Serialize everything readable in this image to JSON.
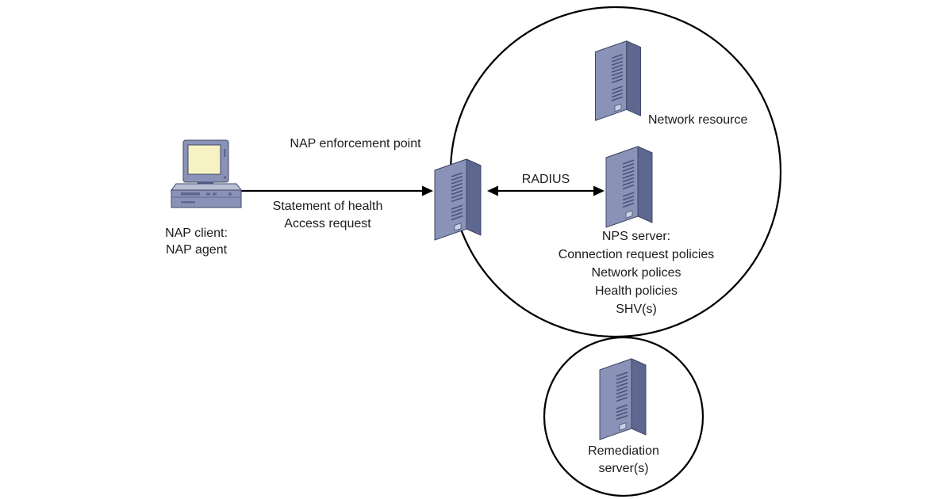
{
  "diagram": {
    "client": {
      "label_line1": "NAP client:",
      "label_line2": "NAP agent"
    },
    "flow": {
      "line1": "Statement of health",
      "line2": "Access request"
    },
    "enforcement": {
      "label": "NAP enforcement point"
    },
    "radius": {
      "label": "RADIUS"
    },
    "network_resource": {
      "label": "Network resource"
    },
    "nps": {
      "line1": "NPS server:",
      "line2": "Connection request policies",
      "line3": "Network polices",
      "line4": "Health policies",
      "line5": "SHV(s)"
    },
    "remediation": {
      "line1": "Remediation",
      "line2": "server(s)"
    },
    "colors": {
      "server_front": "#8a93b7",
      "server_side": "#5d6790",
      "server_top": "#b9bfd6",
      "screen": "#f6f2c3",
      "line": "#000000",
      "background": "#ffffff"
    }
  }
}
